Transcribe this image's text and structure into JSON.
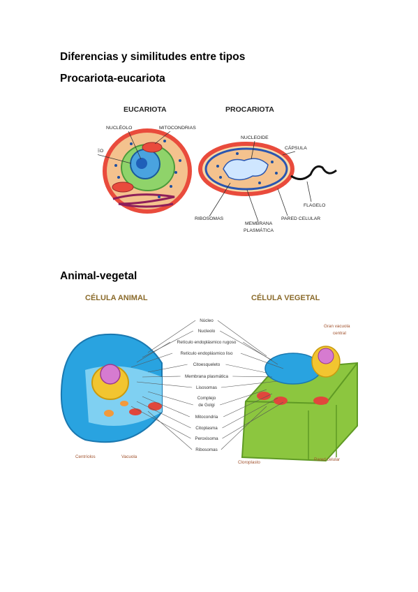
{
  "headings": {
    "diferencias": "Diferencias y similitudes entre tipos",
    "procariota_eucariota": "Procariota-eucariota",
    "animal_vegetal": "Animal-vegetal"
  },
  "figure1": {
    "title_eucariota": "EUCARIOTA",
    "title_procariota": "PROCARIOTA",
    "labels": {
      "nucleolo": "NUCLÉOLO",
      "mitocondrias": "MITOCONDRIAS",
      "nucleo": "NÚCLEO",
      "nucleoide": "NUCLEOIDE",
      "capsula": "CÁPSULA",
      "flagelo": "FLAGELO",
      "ribosomas": "RIBOSOMAS",
      "pared_celular": "PARED CELULAR",
      "membrana_line1": "MEMBRANA",
      "membrana_line2": "PLASMÁTICA"
    }
  },
  "figure2": {
    "title_animal": "CÉLULA ANIMAL",
    "title_vegetal": "CÉLULA VEGETAL",
    "center_labels": [
      "Núcleo",
      "Nucleolo",
      "Retículo endoplásmico rugoso",
      "Retículo endoplásmico liso",
      "Citoesqueleto",
      "Membrana plasmática",
      "Lisosomas",
      "Complejo",
      "de Golgi",
      "Mitocondria",
      "Citoplasma",
      "Peroxisoma",
      "Ribosomas"
    ],
    "gran_vacuola_1": "Gran vacuola",
    "gran_vacuola_2": "central",
    "centriolos": "Centríolos",
    "vacuola": "Vacuola",
    "cloroplasto": "Cloroplasto",
    "pared_celular": "Pared celular"
  },
  "colors": {
    "title_brown": "#8a6a2a",
    "label_red": "#a0522d",
    "animal_blue": "#29a3e0",
    "plant_green": "#8cc63f"
  }
}
